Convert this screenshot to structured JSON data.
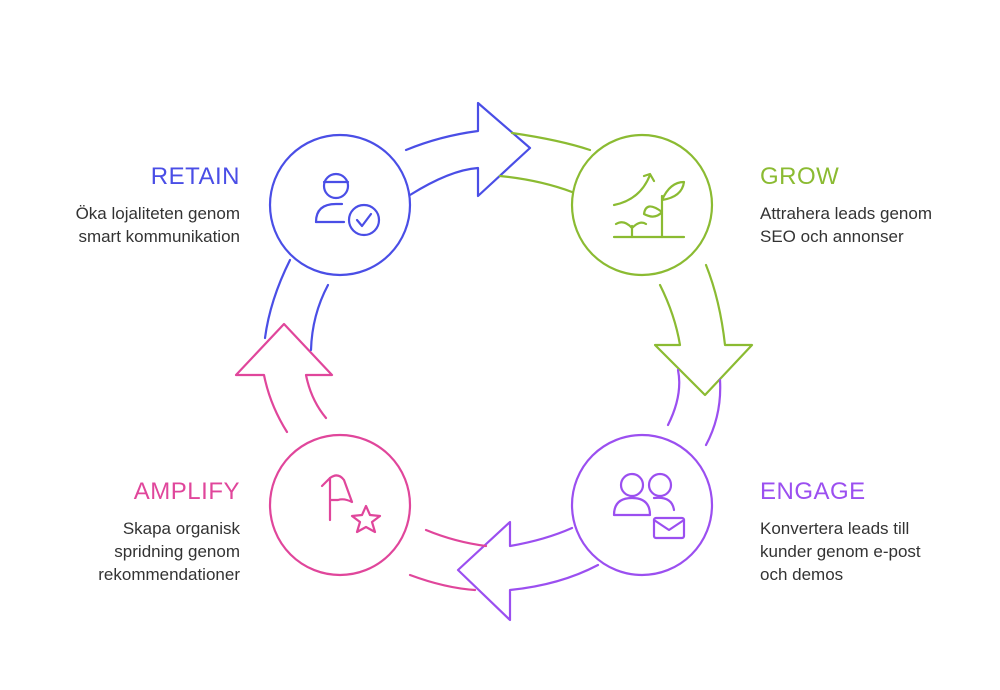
{
  "colors": {
    "retain": "#4a4ee6",
    "grow": "#8bbb32",
    "engage": "#9b4ff0",
    "amplify": "#e0469b"
  },
  "stages": {
    "retain": {
      "title": "RETAIN",
      "description": "Öka lojaliteten genom\nsmart kommunikation",
      "icon": "user-check-icon"
    },
    "grow": {
      "title": "GROW",
      "description": "Attrahera leads genom\nSEO och annonser",
      "icon": "plant-growth-icon"
    },
    "engage": {
      "title": "ENGAGE",
      "description": "Konvertera leads till\nkunder genom e-post\noch demos",
      "icon": "users-mail-icon"
    },
    "amplify": {
      "title": "AMPLIFY",
      "description": "Skapa organisk\nspridning genom\nrekommendationer",
      "icon": "flag-star-icon"
    }
  }
}
